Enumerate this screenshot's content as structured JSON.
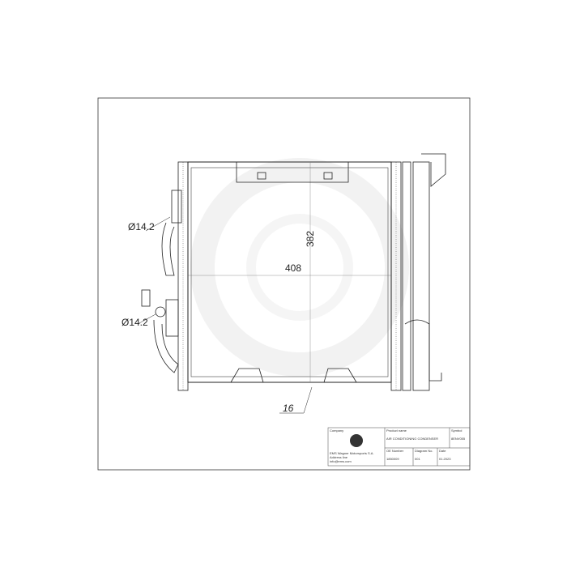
{
  "dimensions": {
    "inlet_diameter": "Ø14.2",
    "outlet_diameter": "Ø14.2",
    "height": "382",
    "width": "408",
    "depth": "16"
  },
  "title_block": {
    "company_label": "Company",
    "company_lines": [
      "EMS Wagner Motorsports S.A.",
      "Address line",
      "info@ems.com"
    ],
    "product_name_label": "Product name",
    "product_name": "AIR CONDITIONING CONDENSER",
    "symbol_label": "Symbol",
    "symbol": "8ENV055",
    "oe_number_label": "OE Number",
    "oe_number": "1850009",
    "drawing_no_label": "Diagram No.",
    "drawing_no": "001",
    "date_label": "Date",
    "date": "01.2023"
  },
  "colors": {
    "line": "#222222",
    "watermark": "#eeeeee"
  }
}
